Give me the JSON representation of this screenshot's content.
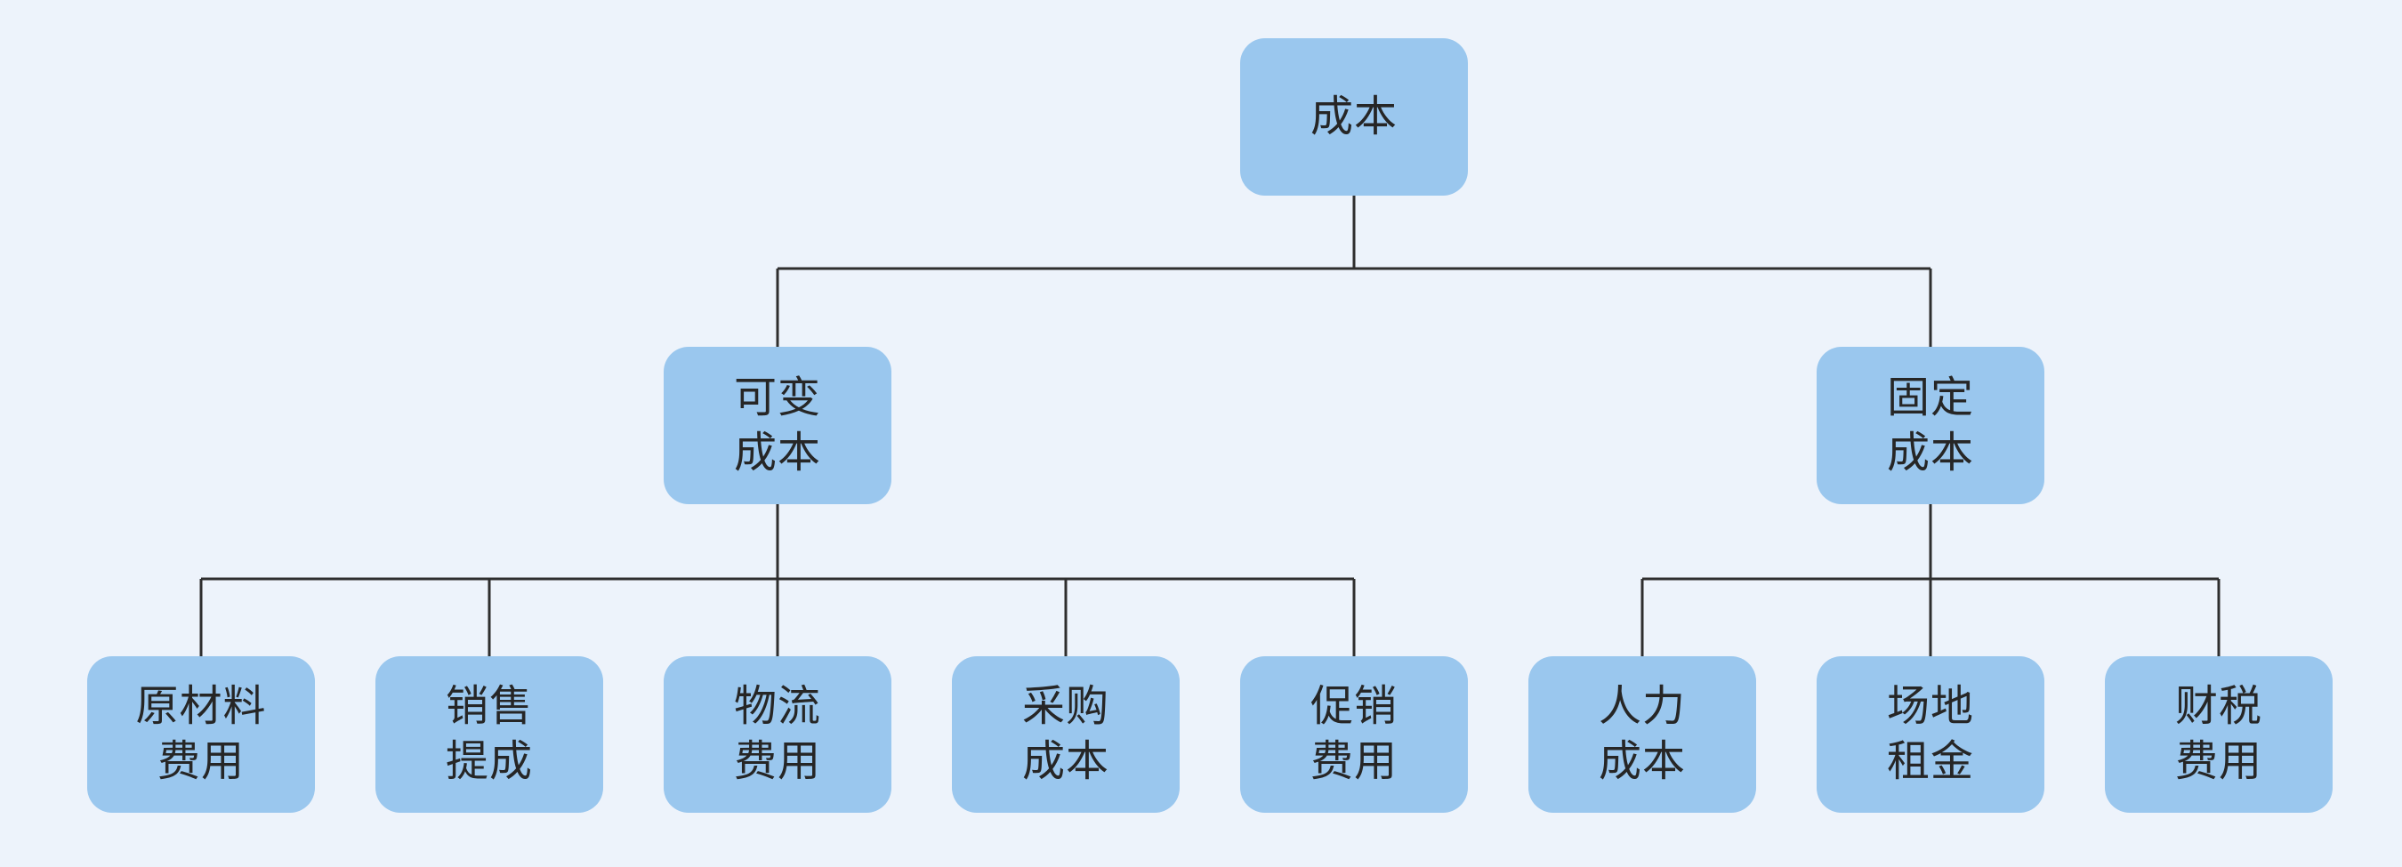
{
  "diagram": {
    "type": "tree",
    "root": {
      "id": "cost",
      "label": "成本",
      "lines": [
        "成本"
      ]
    },
    "branches": [
      {
        "id": "variable-cost",
        "label": "可变成本",
        "lines": [
          "可变",
          "成本"
        ],
        "children": [
          {
            "id": "raw-material-expense",
            "label": "原材料费用",
            "lines": [
              "原材料",
              "费用"
            ]
          },
          {
            "id": "sales-commission",
            "label": "销售提成",
            "lines": [
              "销售",
              "提成"
            ]
          },
          {
            "id": "logistics-expense",
            "label": "物流费用",
            "lines": [
              "物流",
              "费用"
            ]
          },
          {
            "id": "procurement-cost",
            "label": "采购成本",
            "lines": [
              "采购",
              "成本"
            ]
          },
          {
            "id": "promotion-expense",
            "label": "促销费用",
            "lines": [
              "促销",
              "费用"
            ]
          }
        ]
      },
      {
        "id": "fixed-cost",
        "label": "固定成本",
        "lines": [
          "固定",
          "成本"
        ],
        "children": [
          {
            "id": "labor-cost",
            "label": "人力成本",
            "lines": [
              "人力",
              "成本"
            ]
          },
          {
            "id": "venue-rent",
            "label": "场地租金",
            "lines": [
              "场地",
              "租金"
            ]
          },
          {
            "id": "finance-tax-expense",
            "label": "财税费用",
            "lines": [
              "财税",
              "费用"
            ]
          }
        ]
      }
    ]
  },
  "colors": {
    "background": "#edf3fb",
    "node_fill": "#9ac7ee",
    "node_text": "#262626",
    "connector": "#2e2e2e"
  }
}
